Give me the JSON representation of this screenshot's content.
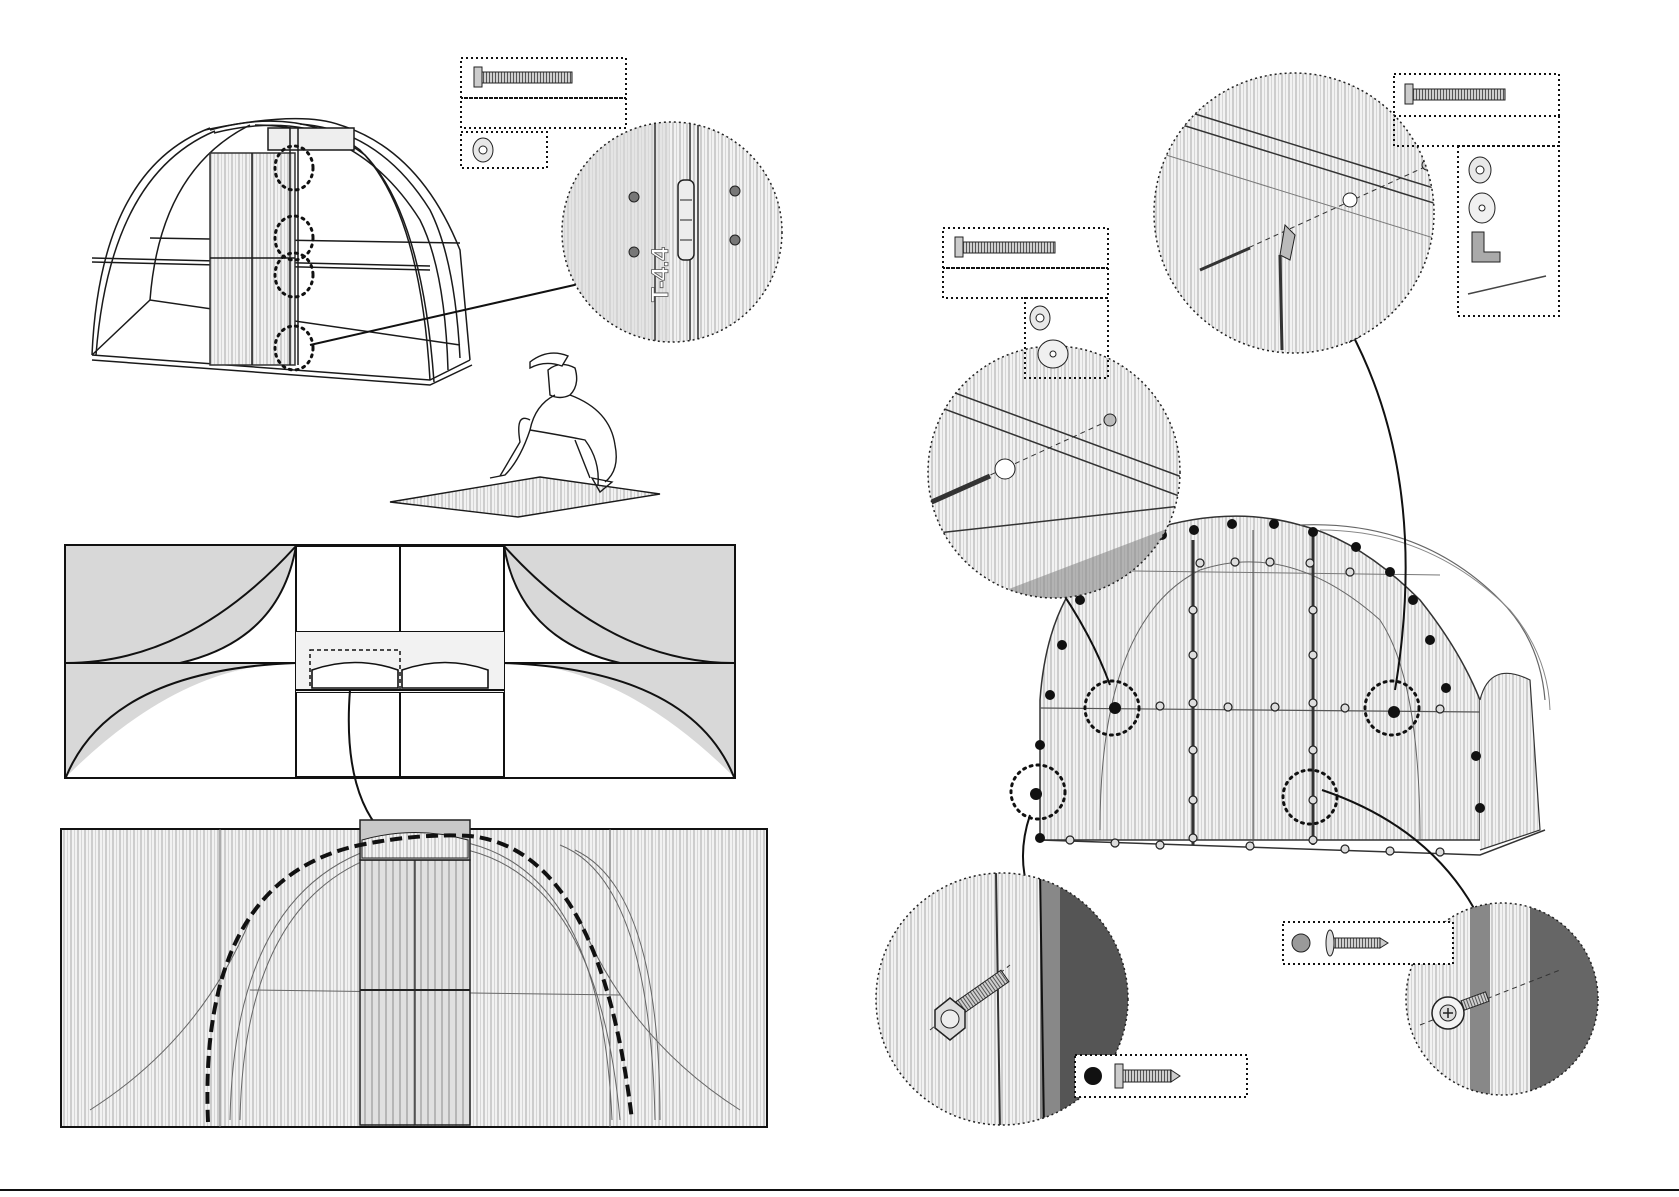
{
  "page": {
    "title": "",
    "background": "#ffffff"
  },
  "colors": {
    "line": "#1a1a1a",
    "panel_gray": "#d8d8d8",
    "panel_gray_dark": "#8a8a8a",
    "stripe": "#b8b8b8",
    "fastener_black": "#111111",
    "fastener_gray": "#9a9a9a"
  },
  "step_left": {
    "callout_label": "T-4.4",
    "icons": [
      "screw-icon",
      "nut-icon"
    ],
    "figures": [
      "frame-with-door",
      "worker-on-sheet",
      "cutting-plan",
      "front-panel-installed"
    ]
  },
  "step_right": {
    "icons": [
      "screw-icon",
      "nut-icon",
      "washer-icon",
      "angle-bracket-icon",
      "wire-icon",
      "black-dot-bolt-icon",
      "gray-dot-bolt-icon"
    ],
    "figures": [
      "covered-greenhouse",
      "detail-top-bracket",
      "detail-side-screw",
      "detail-lower-left-bolt",
      "detail-lower-right-bolt"
    ]
  }
}
